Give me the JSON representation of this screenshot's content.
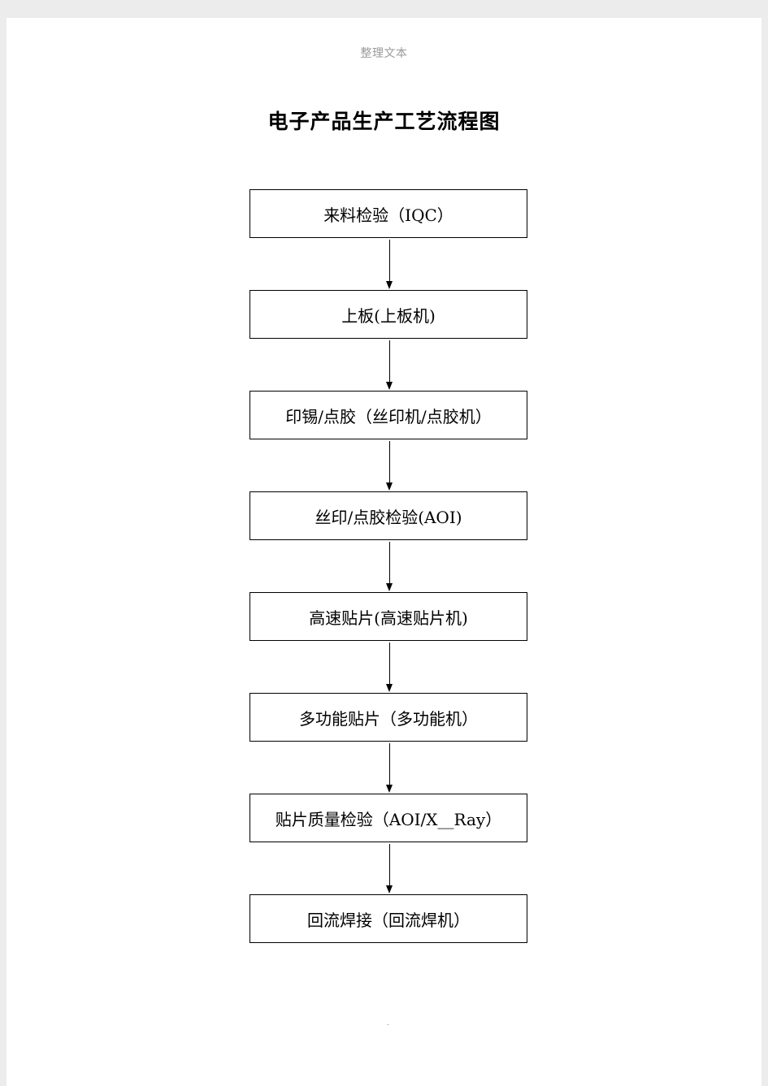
{
  "header": {
    "text": "整理文本"
  },
  "document": {
    "title": "电子产品生产工艺流程图"
  },
  "flow": {
    "steps": [
      {
        "label": "来料检验（IQC）"
      },
      {
        "label": "上板(上板机)"
      },
      {
        "label": "印锡/点胶（丝印机/点胶机）"
      },
      {
        "label": "丝印/点胶检验(AOI)"
      },
      {
        "label": "高速贴片(高速贴片机)"
      },
      {
        "label": "多功能贴片（多功能机）"
      },
      {
        "label": "贴片质量检验（AOI/X__Ray）"
      },
      {
        "label": "回流焊接（回流焊机）"
      }
    ]
  },
  "footer": {
    "mark": "."
  }
}
